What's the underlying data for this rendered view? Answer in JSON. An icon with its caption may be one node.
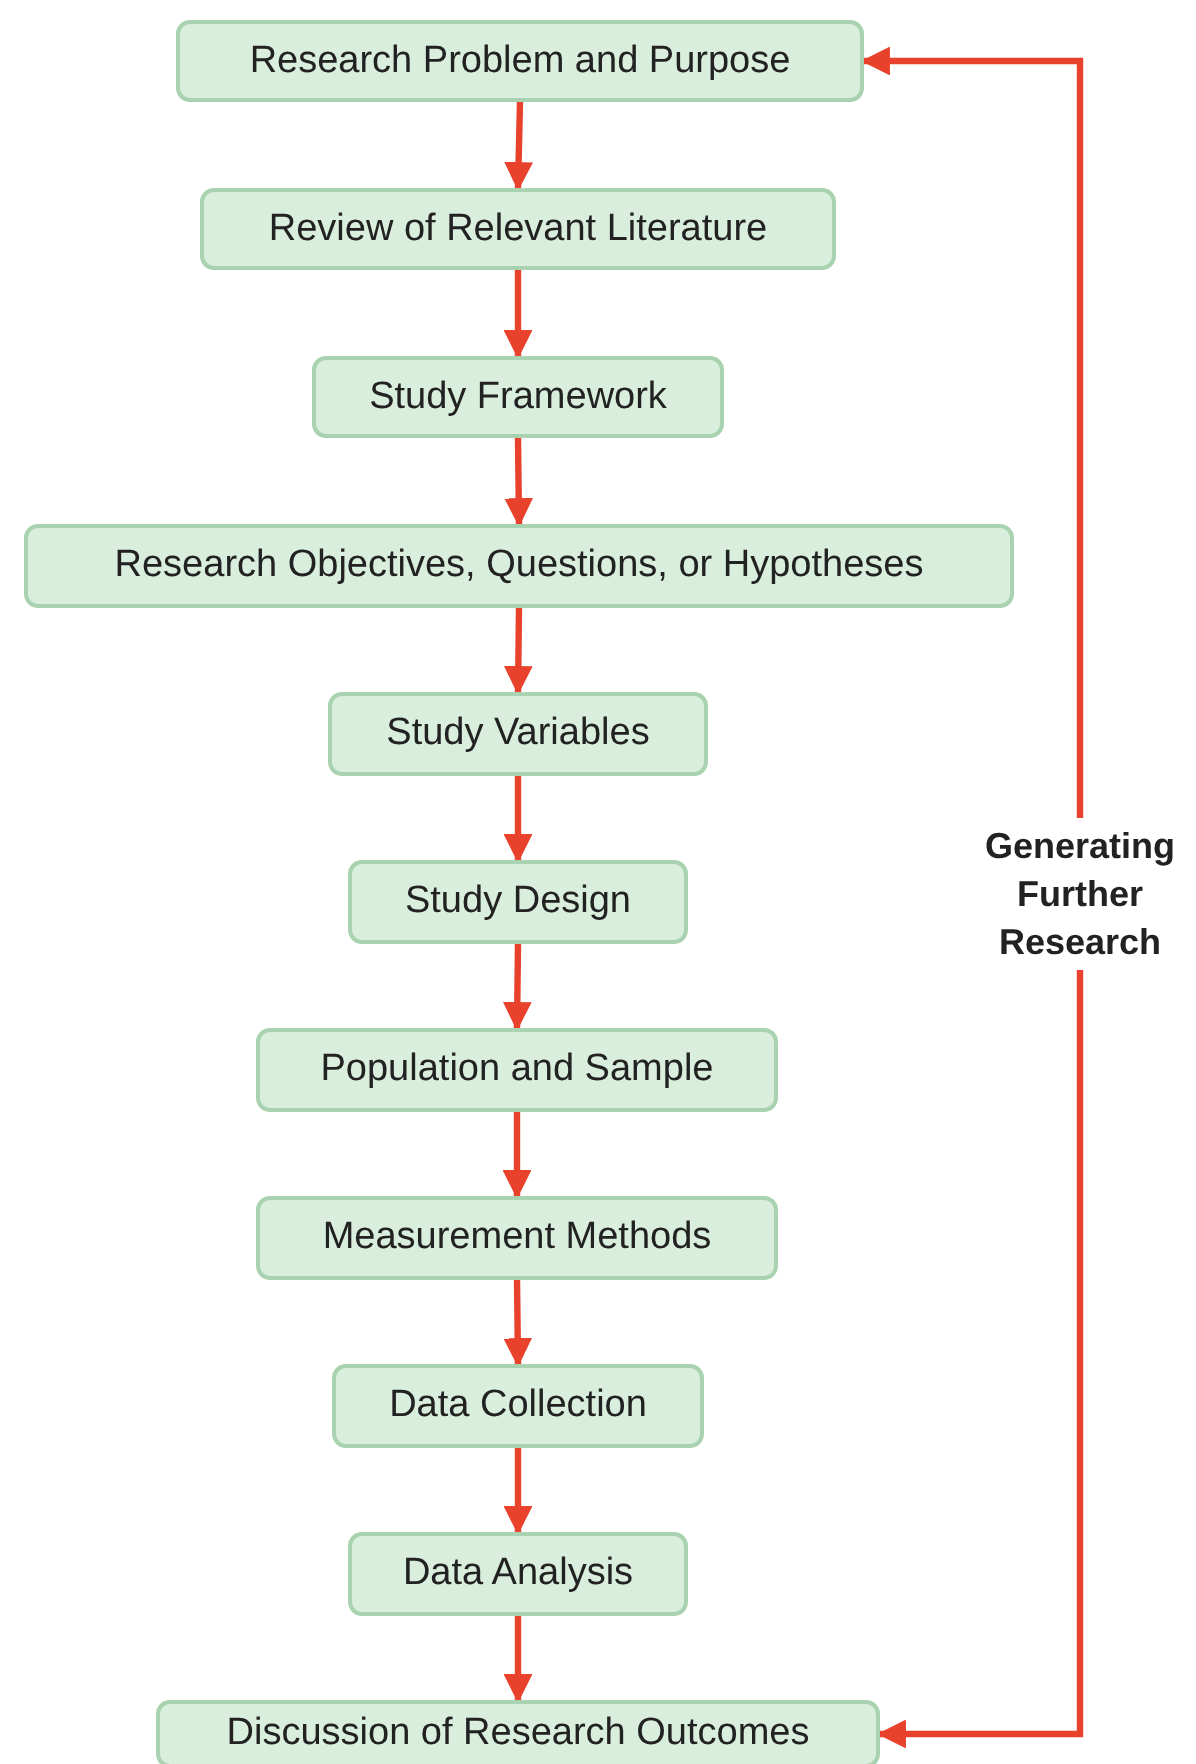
{
  "diagram": {
    "nodes": [
      {
        "text": [
          "Research Problem and Purpose"
        ]
      },
      {
        "text": [
          "Review of Relevant Literature"
        ]
      },
      {
        "text": [
          "Study Framework"
        ]
      },
      {
        "text": [
          "Research Objectives, Questions, or Hypotheses"
        ]
      },
      {
        "text": [
          "Study Variables"
        ]
      },
      {
        "text": [
          "Study Design"
        ]
      },
      {
        "text": [
          "Population and Sample"
        ]
      },
      {
        "text": [
          "Measurement Methods"
        ]
      },
      {
        "text": [
          "Data Collection"
        ]
      },
      {
        "text": [
          "Data Analysis"
        ]
      },
      {
        "text": [
          "Discussion of Research Outcomes"
        ]
      }
    ],
    "edges": [
      {
        "from": 0,
        "to": 1,
        "arrow": "to"
      },
      {
        "from": 1,
        "to": 2,
        "arrow": "to"
      },
      {
        "from": 2,
        "to": 3,
        "arrow": "to"
      },
      {
        "from": 3,
        "to": 4,
        "arrow": "to"
      },
      {
        "from": 4,
        "to": 5,
        "arrow": "to"
      },
      {
        "from": 5,
        "to": 6,
        "arrow": "to"
      },
      {
        "from": 6,
        "to": 7,
        "arrow": "to"
      },
      {
        "from": 7,
        "to": 8,
        "arrow": "to"
      },
      {
        "from": 8,
        "to": 9,
        "arrow": "to"
      },
      {
        "from": 9,
        "to": 10,
        "arrow": "to"
      },
      {
        "from": 10,
        "to": 0,
        "arrow": "both",
        "label": "Generating Further Research"
      }
    ]
  }
}
